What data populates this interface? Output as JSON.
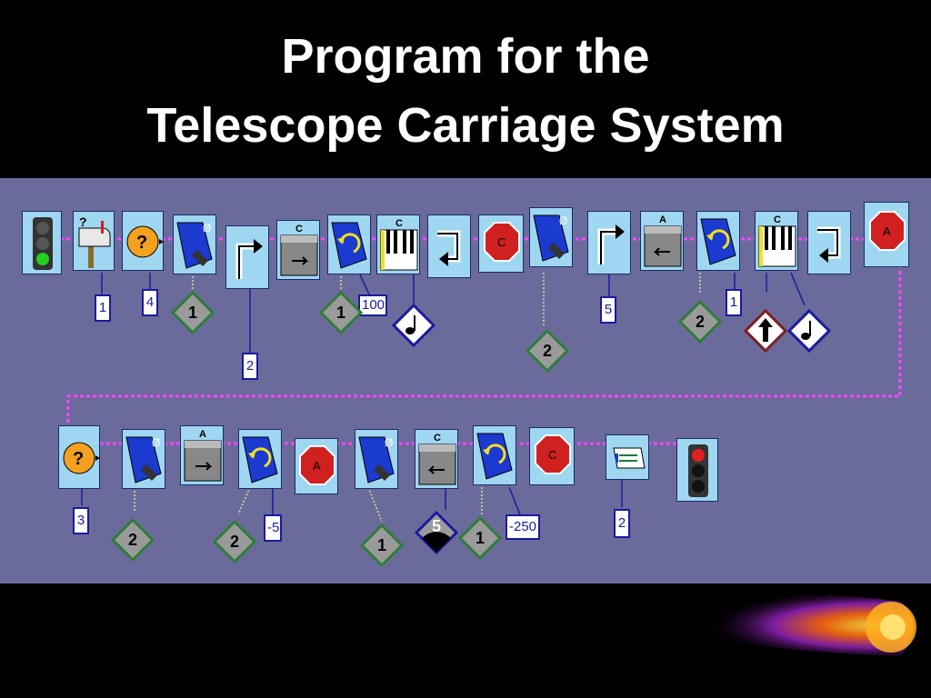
{
  "title": {
    "line1": "Program for the",
    "line2": "Telescope Carriage System"
  },
  "row1": {
    "blocks": [
      {
        "id": "begin",
        "icon": "traffic-light-go-icon"
      },
      {
        "id": "mailbox",
        "icon": "mailbox-icon"
      },
      {
        "id": "wait",
        "icon": "question-timer-icon"
      },
      {
        "id": "motor-b-stop-1",
        "icon": "motor-stop-icon",
        "label": "Ø"
      },
      {
        "id": "loop-1",
        "icon": "loop-start-icon"
      },
      {
        "id": "motor-c-fwd",
        "icon": "motor-forward-icon",
        "label": "C"
      },
      {
        "id": "motor-b-rotate-1",
        "icon": "motor-rotate-icon"
      },
      {
        "id": "piano-1",
        "icon": "piano-icon",
        "label": "C"
      },
      {
        "id": "loop-end-1",
        "icon": "loop-end-icon"
      },
      {
        "id": "stop-c-1",
        "icon": "stop-sign-icon",
        "label": "C"
      },
      {
        "id": "motor-b-stop-2",
        "icon": "motor-stop-icon",
        "label": "Ø"
      },
      {
        "id": "loop-2",
        "icon": "loop-start-icon"
      },
      {
        "id": "motor-a-rev",
        "icon": "motor-reverse-icon",
        "label": "A"
      },
      {
        "id": "motor-b-rotate-2",
        "icon": "motor-rotate-icon"
      },
      {
        "id": "piano-2",
        "icon": "piano-icon",
        "label": "C"
      },
      {
        "id": "loop-end-2",
        "icon": "loop-end-icon"
      },
      {
        "id": "stop-a-1",
        "icon": "stop-sign-icon",
        "label": "A"
      }
    ],
    "values": [
      "1",
      "4",
      "2",
      "100",
      "5",
      "1"
    ],
    "diamonds": [
      "1",
      "1",
      "2",
      "2"
    ]
  },
  "row2": {
    "blocks": [
      {
        "id": "wait-2",
        "icon": "question-timer-icon"
      },
      {
        "id": "motor-b-stop-3",
        "icon": "motor-stop-icon",
        "label": "Ø"
      },
      {
        "id": "motor-a-fwd",
        "icon": "motor-forward-icon",
        "label": "A"
      },
      {
        "id": "motor-b-rotate-3",
        "icon": "motor-rotate-icon"
      },
      {
        "id": "stop-a-2",
        "icon": "stop-sign-icon",
        "label": "A"
      },
      {
        "id": "motor-b-stop-4",
        "icon": "motor-stop-icon",
        "label": "Ø"
      },
      {
        "id": "motor-c-rev",
        "icon": "motor-reverse-icon",
        "label": "C"
      },
      {
        "id": "motor-b-rotate-4",
        "icon": "motor-rotate-icon"
      },
      {
        "id": "stop-c-2",
        "icon": "stop-sign-icon",
        "label": "C"
      },
      {
        "id": "send-message",
        "icon": "send-message-icon"
      },
      {
        "id": "end",
        "icon": "traffic-light-stop-icon"
      }
    ],
    "values": [
      "3",
      "-5",
      "-250",
      "2"
    ],
    "diamonds": [
      "2",
      "2",
      "1",
      "5",
      "1"
    ]
  },
  "colors": {
    "canvas": "#6b6b9b",
    "block": "#9fd6f0",
    "wire": "#ff44ff",
    "diamond_border": "#2e7d3a",
    "number_border": "#1a1aa0"
  }
}
